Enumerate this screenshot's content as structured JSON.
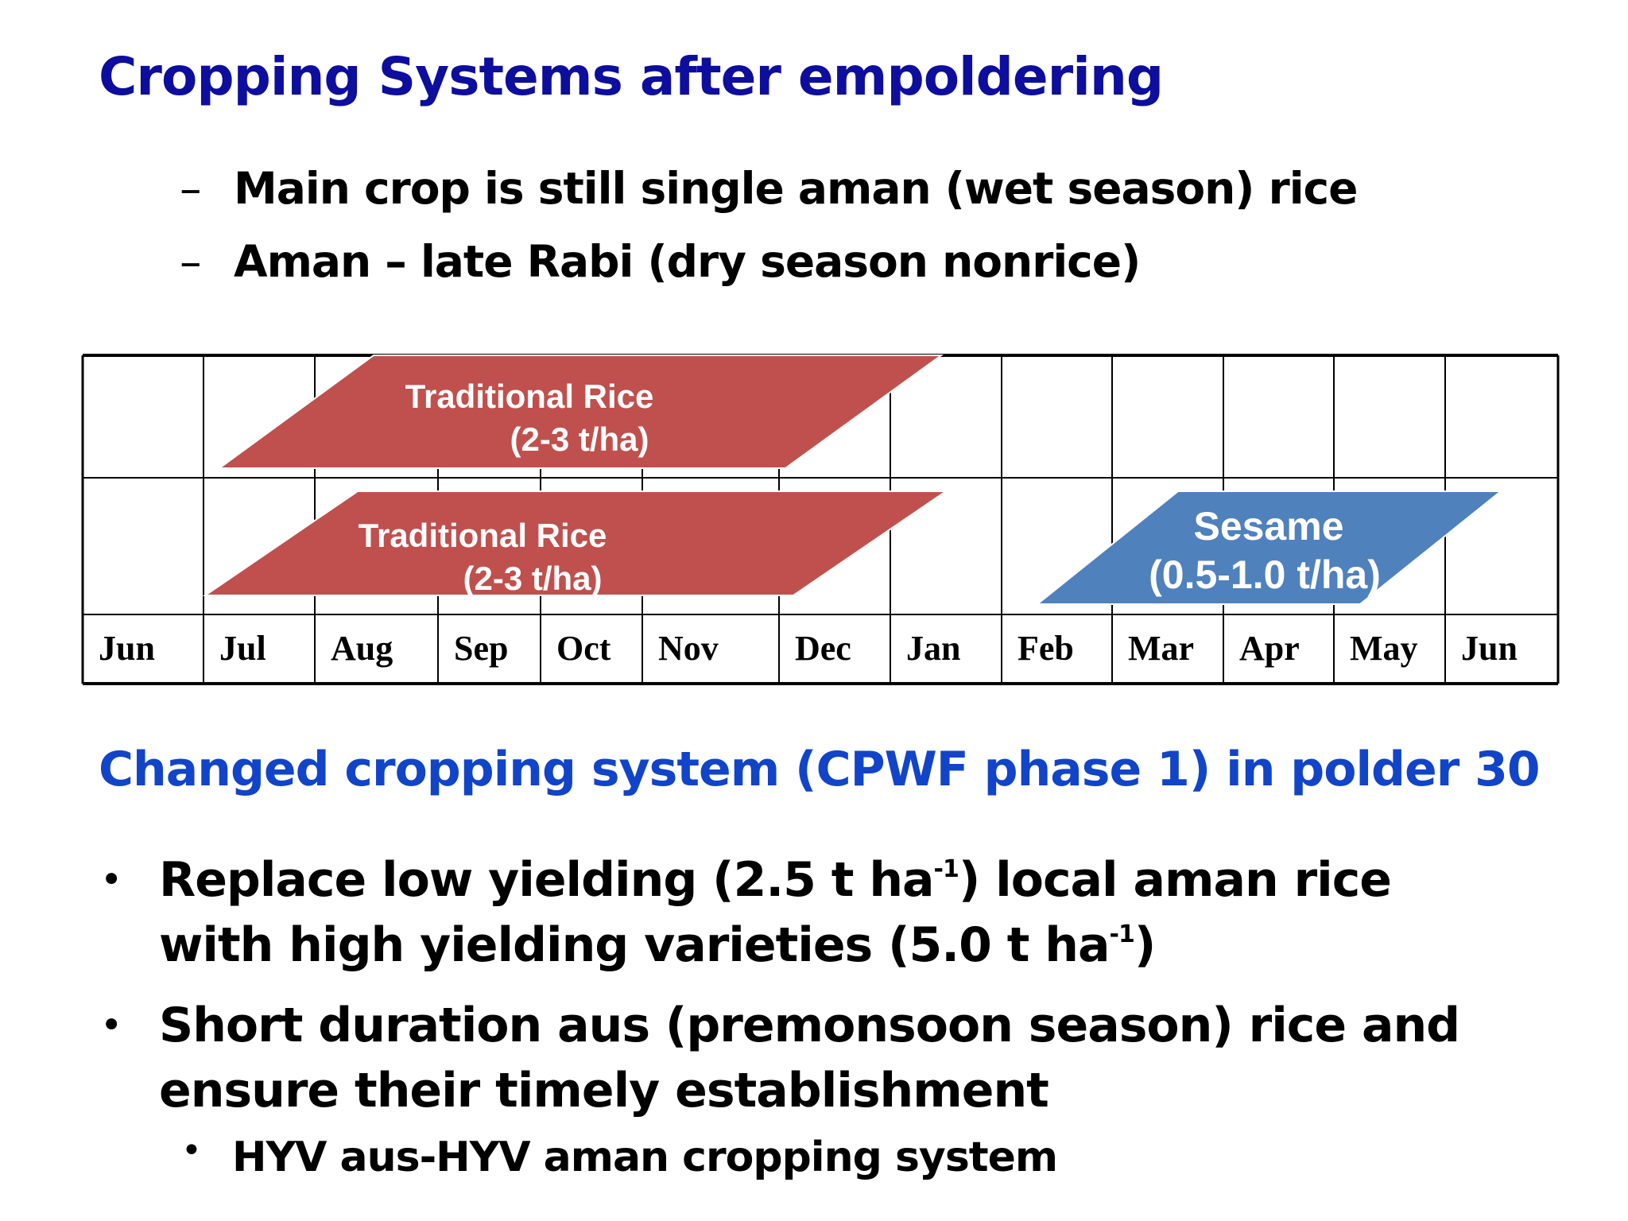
{
  "title": "Cropping Systems after empoldering",
  "intro_points": [
    "Main crop is still single aman (wet season) rice",
    "Aman – late Rabi (dry season nonrice)"
  ],
  "dash_glyph": "–",
  "bullet_glyph": "•",
  "timeline": {
    "months": [
      "Jun",
      "Jul",
      "Aug",
      "Sep",
      "Oct",
      "Nov",
      "Dec",
      "Jan",
      "Feb",
      "Mar",
      "Apr",
      "May",
      "Jun"
    ],
    "crops": [
      {
        "label_line1": "Traditional Rice",
        "label_line2": "(2-3 t/ha)",
        "color": "#c0504d"
      },
      {
        "label_line1": "Traditional Rice",
        "label_line2": "(2-3 t/ha)",
        "color": "#c0504d"
      },
      {
        "label_line1": "Sesame",
        "label_line2": "(0.5-1.0 t/ha)",
        "color": "#4f81bd"
      }
    ]
  },
  "subtitle": "Changed cropping system (CPWF phase 1) in polder 30",
  "bullets": {
    "b1_part1": "Replace low yielding (2.5 t ha",
    "b1_sup1": "-1",
    "b1_part2": ") local aman rice with high yielding varieties (5.0 t ha",
    "b1_sup2": "-1",
    "b1_part3": ")",
    "b2": "Short duration aus (premonsoon season) rice and ensure their timely establishment",
    "sub1": "HYV aus-HYV aman cropping system"
  },
  "colors": {
    "title": "#0d0d9e",
    "subtitle": "#1144c8",
    "rice": "#c0504d",
    "sesame": "#4f81bd"
  }
}
